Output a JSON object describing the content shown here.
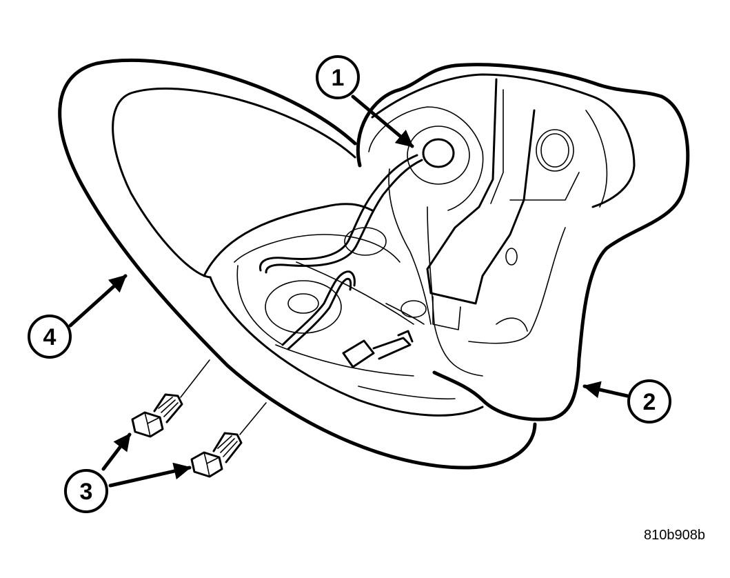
{
  "figure": {
    "code": "810b908b"
  },
  "callouts": [
    {
      "number": "1",
      "part": "air-bag-connector"
    },
    {
      "number": "2",
      "part": "driver-air-bag-module"
    },
    {
      "number": "3",
      "part": "mounting-nuts"
    },
    {
      "number": "4",
      "part": "steering-wheel"
    }
  ]
}
